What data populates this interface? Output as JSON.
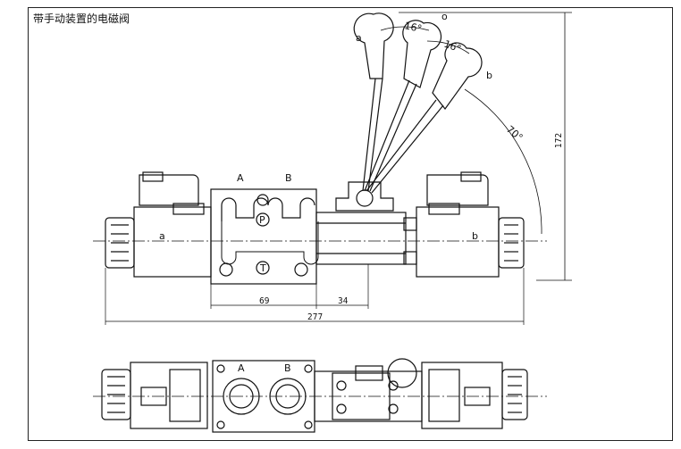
{
  "caption": "带手动装置的电磁阀",
  "labels": {
    "side_a": "a",
    "side_b": "b",
    "port_a": "A",
    "port_b": "B",
    "port_p": "P",
    "port_t": "T",
    "lever_a": "a",
    "lever_o": "o",
    "lever_b": "b",
    "angle1": "16°",
    "angle2": "16°",
    "angle_total": "70°",
    "dim_height": "172",
    "dim_69": "69",
    "dim_34": "34",
    "dim_277": "277",
    "bottom_a": "A",
    "bottom_b": "B"
  }
}
